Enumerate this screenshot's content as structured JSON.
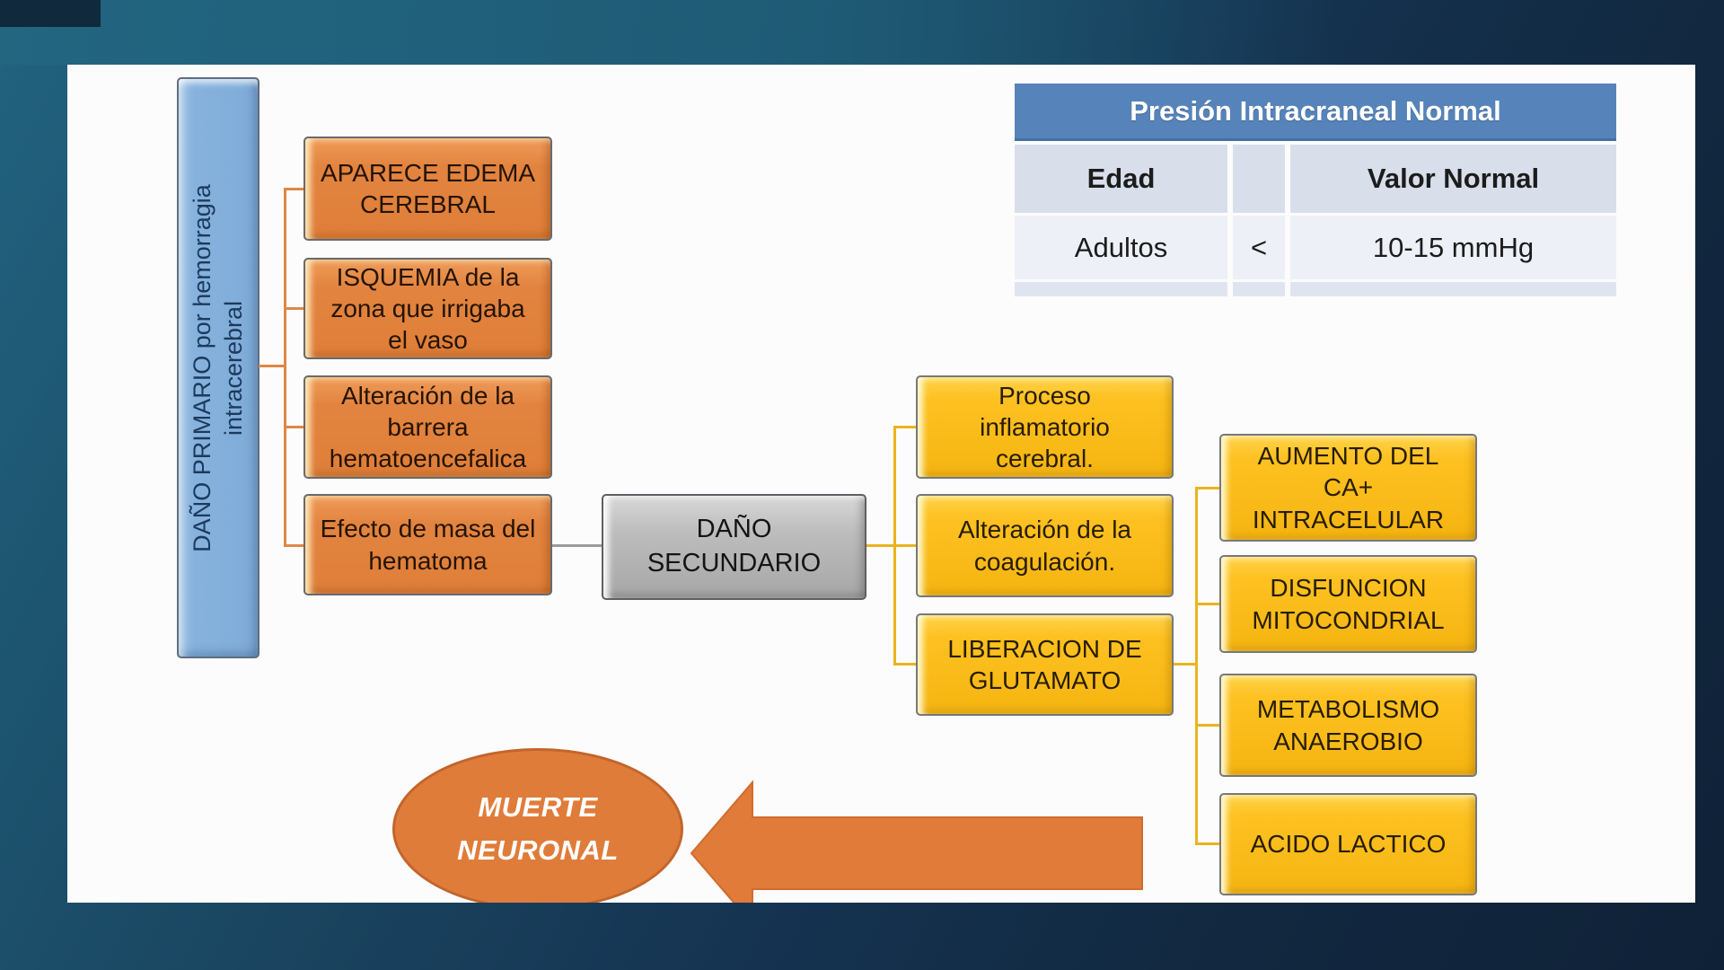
{
  "slide": {
    "primary_box": {
      "label": "DAÑO PRIMARIO por hemorragia\nintracerebral"
    },
    "primary_effects": [
      "APARECE EDEMA\nCEREBRAL",
      "ISQUEMIA de la\nzona que irrigaba\nel vaso",
      "Alteración de la\nbarrera\nhematoencefalica",
      "Efecto de masa del\nhematoma"
    ],
    "secondary_box": {
      "label": "DAÑO\nSECUNDARIO"
    },
    "secondary_effects": [
      "Proceso\ninflamatorio\ncerebral.",
      "Alteración de la\ncoagulación.",
      "LIBERACION DE\nGLUTAMATO"
    ],
    "glutamate_cascade": [
      "AUMENTO DEL\nCA+\nINTRACELULAR",
      "DISFUNCION\nMITOCONDRIAL",
      "METABOLISMO\nANAEROBIO",
      "ACIDO LACTICO"
    ],
    "outcome": {
      "label": "MUERTE\nNEURONAL"
    },
    "table": {
      "title": "Presión Intracraneal Normal",
      "columns": [
        "Edad",
        "",
        "Valor Normal"
      ],
      "rows": [
        [
          "Adultos",
          "<",
          "10-15 mmHg"
        ]
      ]
    },
    "colors": {
      "primary_orange": "#e08440",
      "cascade_gold": "#fdc121",
      "secondary_gray": "#b8b8b8",
      "primary_blue": "#85b1dc",
      "table_header_blue": "#5683ba",
      "background_teal": "#1e5a74",
      "background_navy": "#122941",
      "connector_orange": "#df8747",
      "connector_gold": "#ebb41e",
      "connector_gray": "#9a9a9a",
      "outcome_orange": "#e07c3a"
    }
  }
}
